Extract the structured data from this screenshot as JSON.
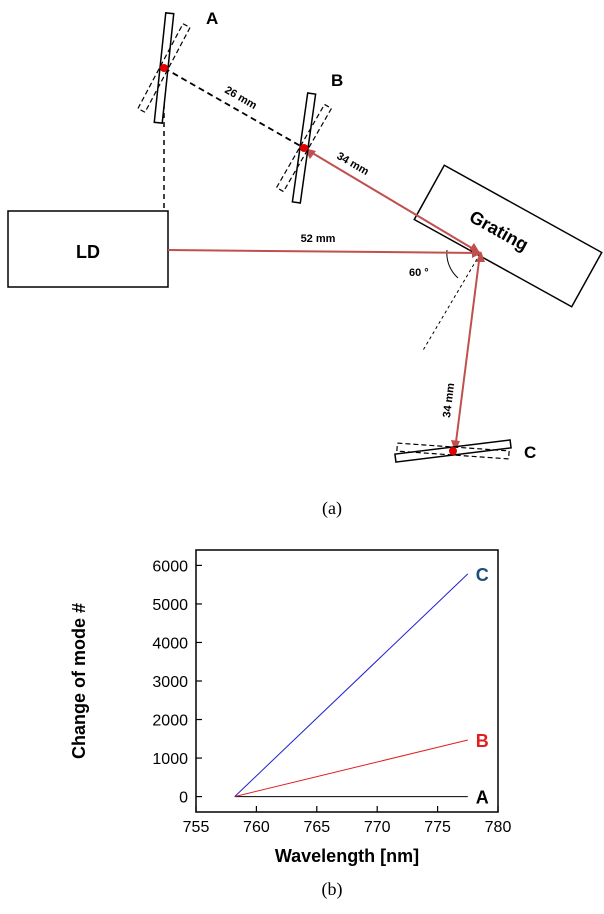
{
  "figure_a": {
    "caption": "(a)",
    "ld_label": "LD",
    "grating_label": "Grating",
    "mirror_labels": {
      "a": "A",
      "b": "B",
      "c": "C"
    },
    "distances": {
      "a_to_b": "26 mm",
      "b_to_grating": "34 mm",
      "ld_to_grating": "52 mm",
      "grating_to_c": "34 mm"
    },
    "angle_label": "60 °",
    "colors": {
      "beam": "#c0504d",
      "point": "#e00000",
      "outline": "#000000"
    }
  },
  "figure_b": {
    "caption": "(b)"
  },
  "chart_data": {
    "type": "line",
    "title": "",
    "xlabel": "Wavelength [nm]",
    "ylabel": "Change of mode #",
    "xlim": [
      755,
      780
    ],
    "ylim": [
      -400,
      6400
    ],
    "xticks": [
      "755",
      "760",
      "765",
      "770",
      "775",
      "780"
    ],
    "yticks": [
      "0",
      "1000",
      "2000",
      "3000",
      "4000",
      "5000",
      "6000"
    ],
    "grid": false,
    "series": [
      {
        "name": "A",
        "color": "#000000",
        "x": [
          758.2,
          777.5
        ],
        "y": [
          0,
          0
        ]
      },
      {
        "name": "B",
        "color": "#e02020",
        "x": [
          758.2,
          777.5
        ],
        "y": [
          0,
          1470
        ]
      },
      {
        "name": "C",
        "color": "#2020d0",
        "x": [
          758.2,
          777.5
        ],
        "y": [
          0,
          5780
        ]
      }
    ],
    "label_colors": {
      "A": "#000000",
      "B": "#e02020",
      "C": "#1f4e79"
    }
  }
}
